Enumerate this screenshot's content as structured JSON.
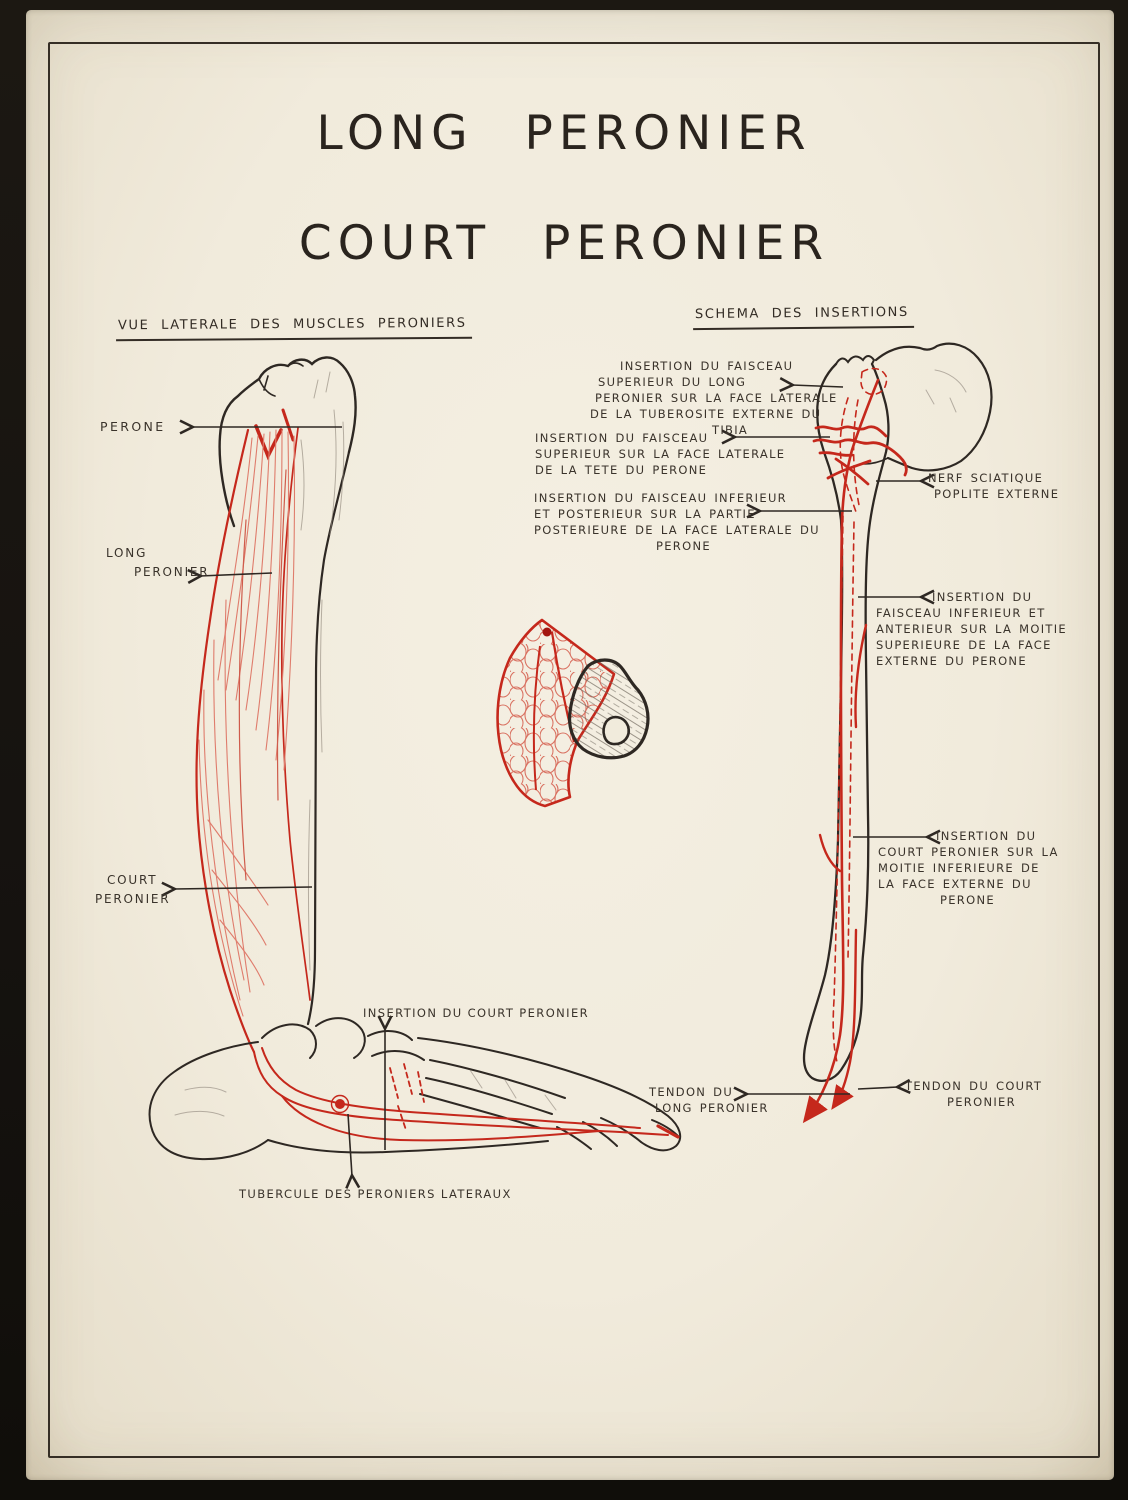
{
  "colors": {
    "paper": "#f1ebdc",
    "ink": "#2e2823",
    "red": "#c5281c",
    "background": "#161310"
  },
  "title": {
    "line1": "LONG PERONIER",
    "line2": "COURT PERONIER"
  },
  "left": {
    "subtitle": "VUE LATERALE DES MUSCLES PERONIERS",
    "perone": "PERONE",
    "long_peronier": {
      "lines": [
        "LONG",
        "PERONIER"
      ]
    },
    "court_peronier": {
      "lines": [
        "COURT",
        "PERONIER"
      ]
    },
    "insertion_court": "INSERTION DU COURT PERONIER",
    "tubercule": "TUBERCULE DES PERONIERS LATERAUX"
  },
  "right": {
    "subtitle": "SCHEMA DES INSERTIONS",
    "a1": {
      "lines": [
        "INSERTION DU FAISCEAU",
        "SUPERIEUR DU LONG",
        "PERONIER SUR LA FACE LATERALE",
        "DE LA TUBEROSITE EXTERNE DU",
        "TIBIA"
      ]
    },
    "a2": {
      "lines": [
        "INSERTION DU FAISCEAU",
        "SUPERIEUR SUR LA FACE LATERALE",
        "DE LA TETE DU PERONE"
      ]
    },
    "a3": {
      "lines": [
        "INSERTION DU FAISCEAU INFERIEUR",
        "ET POSTERIEUR SUR LA PARTIE",
        "POSTERIEURE DE LA FACE LATERALE DU",
        "PERONE"
      ]
    },
    "nerf": {
      "lines": [
        "NERF SCIATIQUE",
        "POPLITE EXTERNE"
      ]
    },
    "a5": {
      "lines": [
        "INSERTION DU",
        "FAISCEAU INFERIEUR ET",
        "ANTERIEUR SUR LA MOITIE",
        "SUPERIEURE DE LA FACE",
        "EXTERNE DU PERONE"
      ]
    },
    "a6": {
      "lines": [
        "INSERTION DU",
        "COURT PERONIER SUR LA",
        "MOITIE INFERIEURE DE",
        "LA FACE EXTERNE DU",
        "PERONE"
      ]
    },
    "tendon_long": {
      "lines": [
        "TENDON DU",
        "LONG PERONIER"
      ]
    },
    "tendon_court": {
      "lines": [
        "TENDON DU COURT",
        "PERONIER"
      ]
    }
  }
}
